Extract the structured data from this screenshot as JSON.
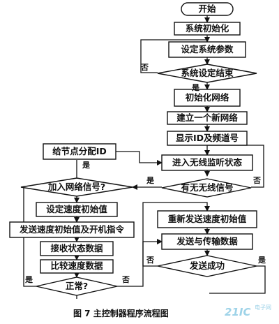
{
  "diagram": {
    "nodes": {
      "start": "开始",
      "init_system": "系统初始化",
      "set_params": "设定系统参数",
      "setting_done": "系统设定结束",
      "init_network": "初始化网络",
      "new_network": "建立一个新网络",
      "show_id": "显示ID及频道号",
      "listen": "进入无线监听状态",
      "has_signal": "有无无线信号",
      "assign_id": "给节点分配ID",
      "join_signal": "加入网络信号?",
      "set_speed": "设定速度初始值",
      "send_speed": "发送速度初始值及开机指令",
      "receive_status": "接收状态数据",
      "compare_speed": "比较速度数据",
      "normal": "正常?",
      "resend_speed": "重新发送速度初始值",
      "send_transfer": "发送与传输数据",
      "send_success": "发送成功"
    },
    "labels": {
      "no": "否",
      "yes": "是"
    },
    "caption": "图 7    主控制器程序流程图",
    "watermark_main": "21IC",
    "watermark_sub": "电子网"
  }
}
